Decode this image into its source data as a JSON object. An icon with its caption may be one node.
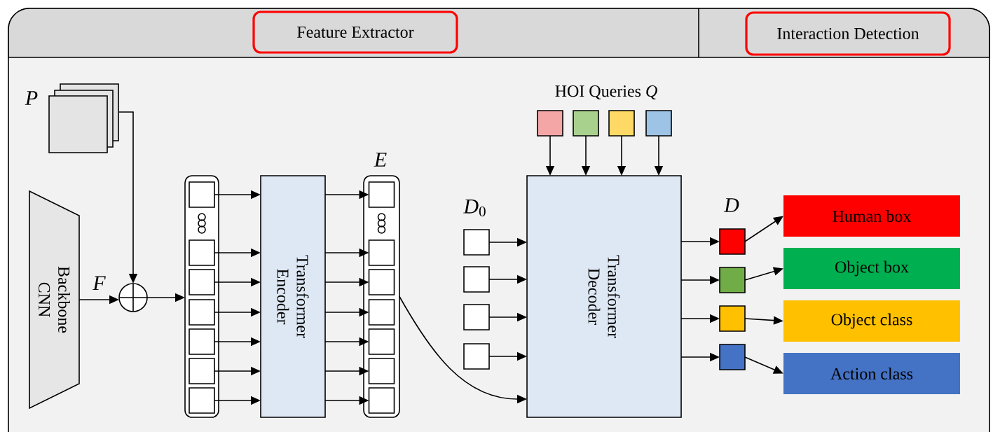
{
  "diagram": {
    "nodes": [
      {
        "text": [
          "Feature Extractor"
        ]
      },
      {
        "text": [
          "Interaction Detection"
        ]
      },
      {
        "text": [],
        "shape": "box",
        "beside": [
          "P"
        ]
      },
      {
        "text": [
          "Backbone CNN"
        ]
      },
      {
        "text": [],
        "shape": "circle"
      },
      {
        "text": [],
        "shape": "box"
      },
      {
        "text": [],
        "shape": "box",
        "in": 5
      },
      {
        "text": [],
        "shape": "box",
        "in": 5
      },
      {
        "text": [],
        "shape": "box",
        "in": 5
      },
      {
        "text": [],
        "shape": "box",
        "in": 5
      },
      {
        "text": [],
        "shape": "box",
        "in": 5
      },
      {
        "text": [],
        "shape": "box",
        "in": 5
      },
      {
        "text": [],
        "shape": "box",
        "in": 5
      },
      {
        "text": [
          "Transformer Encoder"
        ]
      },
      {
        "text": [],
        "shape": "box",
        "beside": [
          "E"
        ]
      },
      {
        "text": [],
        "shape": "box",
        "in": 14
      },
      {
        "text": [],
        "shape": "box",
        "in": 14
      },
      {
        "text": [],
        "shape": "box",
        "in": 14
      },
      {
        "text": [],
        "shape": "box",
        "in": 14
      },
      {
        "text": [],
        "shape": "box",
        "in": 14
      },
      {
        "text": [],
        "shape": "box",
        "in": 14
      },
      {
        "text": [],
        "shape": "box",
        "in": 14
      },
      {
        "text": [],
        "shape": "box"
      },
      {
        "text": [],
        "shape": "box"
      },
      {
        "text": [],
        "shape": "box"
      },
      {
        "text": [],
        "shape": "box"
      },
      {
        "text": [],
        "shape": "box"
      },
      {
        "text": [],
        "shape": "box"
      },
      {
        "text": [],
        "shape": "box"
      },
      {
        "text": [],
        "shape": "box"
      },
      {
        "text": [
          "Transformer Decoder"
        ]
      },
      {
        "text": [],
        "shape": "box"
      },
      {
        "text": [],
        "shape": "box"
      },
      {
        "text": [],
        "shape": "box"
      },
      {
        "text": [],
        "shape": "box"
      },
      {
        "text": [
          "Human box"
        ]
      },
      {
        "text": [
          "Object box"
        ]
      },
      {
        "text": [
          "Object class"
        ]
      },
      {
        "text": [
          "Action class"
        ]
      }
    ],
    "edges": [
      {
        "from": 2,
        "to": 4,
        "arrow": "to"
      },
      {
        "from": 3,
        "to": 4,
        "arrow": "to",
        "label": "F"
      },
      {
        "from": 4,
        "to": 5,
        "arrow": "to"
      },
      {
        "from": 6,
        "to": 13,
        "arrow": "to"
      },
      {
        "from": 7,
        "to": 13,
        "arrow": "to"
      },
      {
        "from": 8,
        "to": 13,
        "arrow": "to"
      },
      {
        "from": 9,
        "to": 13,
        "arrow": "to"
      },
      {
        "from": 10,
        "to": 13,
        "arrow": "to"
      },
      {
        "from": 11,
        "to": 13,
        "arrow": "to"
      },
      {
        "from": 12,
        "to": 13,
        "arrow": "to"
      },
      {
        "from": 13,
        "to": 15,
        "arrow": "to"
      },
      {
        "from": 13,
        "to": 16,
        "arrow": "to"
      },
      {
        "from": 13,
        "to": 17,
        "arrow": "to"
      },
      {
        "from": 13,
        "to": 18,
        "arrow": "to"
      },
      {
        "from": 13,
        "to": 19,
        "arrow": "to"
      },
      {
        "from": 13,
        "to": 20,
        "arrow": "to"
      },
      {
        "from": 13,
        "to": 21,
        "arrow": "to"
      },
      {
        "from": 14,
        "to": 30,
        "arrow": "to"
      },
      {
        "from": 22,
        "to": 30,
        "arrow": "to"
      },
      {
        "from": 23,
        "to": 30,
        "arrow": "to"
      },
      {
        "from": 24,
        "to": 30,
        "arrow": "to"
      },
      {
        "from": 25,
        "to": 30,
        "arrow": "to"
      },
      {
        "from": 26,
        "to": 30,
        "arrow": "to"
      },
      {
        "from": 27,
        "to": 30,
        "arrow": "to"
      },
      {
        "from": 28,
        "to": 30,
        "arrow": "to"
      },
      {
        "from": 29,
        "to": 30,
        "arrow": "to"
      },
      {
        "from": 30,
        "to": 31,
        "arrow": "to"
      },
      {
        "from": 30,
        "to": 32,
        "arrow": "to"
      },
      {
        "from": 30,
        "to": 33,
        "arrow": "to"
      },
      {
        "from": 30,
        "to": 34,
        "arrow": "to"
      },
      {
        "from": 31,
        "to": 35,
        "arrow": "to"
      },
      {
        "from": 32,
        "to": 36,
        "arrow": "to"
      },
      {
        "from": 33,
        "to": 37,
        "arrow": "to"
      },
      {
        "from": 34,
        "to": 38,
        "arrow": "to"
      }
    ],
    "labels": [
      "HOI Queries *Q*",
      "*D*$_{0}$",
      "D"
    ]
  }
}
